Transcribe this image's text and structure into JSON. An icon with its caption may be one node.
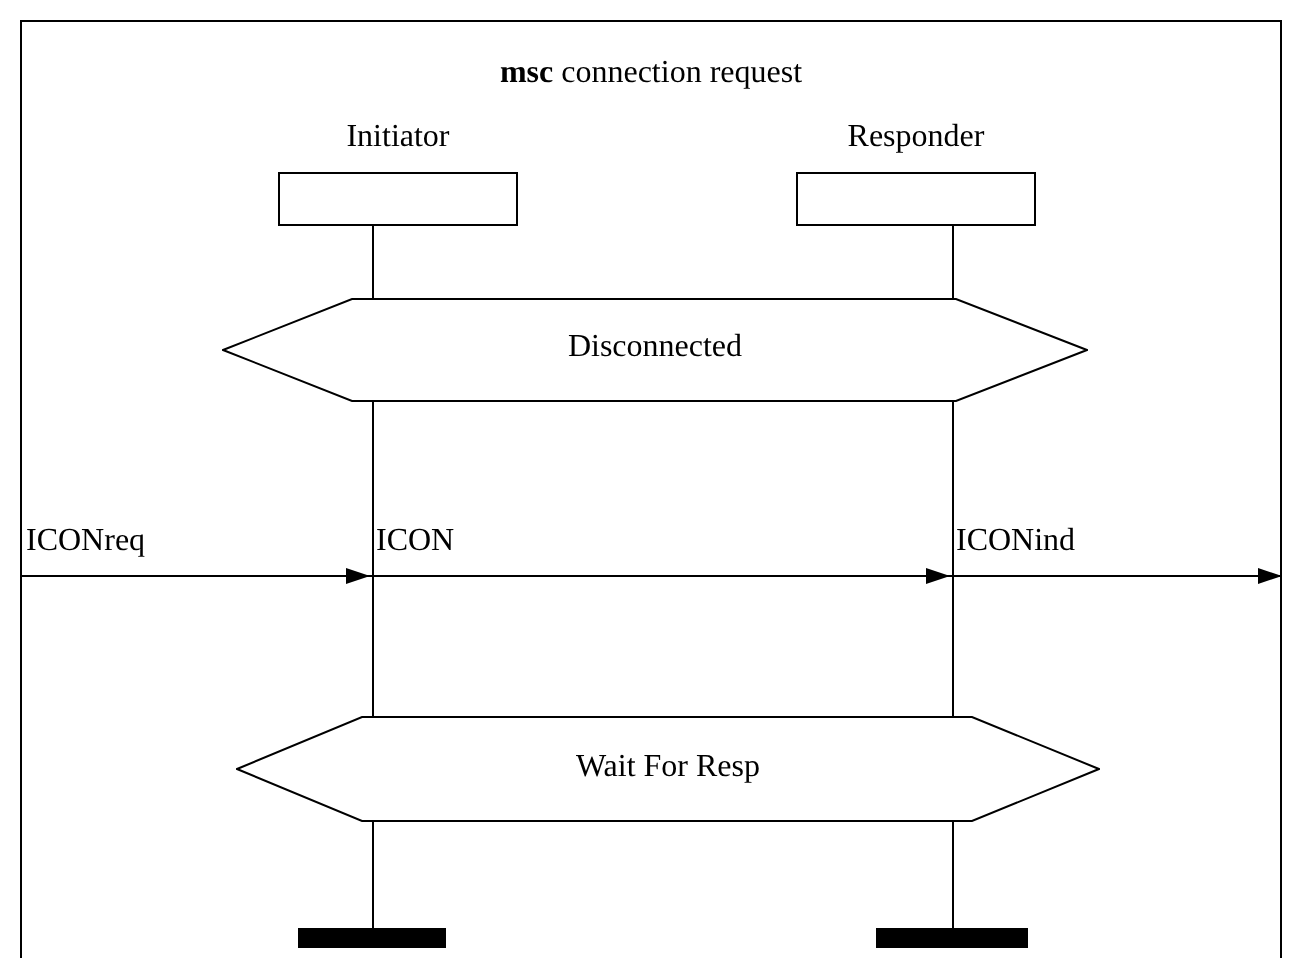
{
  "diagram": {
    "nodes": [
      {
        "text": [
          "**msc** connection request"
        ]
      },
      {
        "text": [
          "Initiator"
        ],
        "in": 0
      },
      {
        "text": [
          "Responder"
        ],
        "in": 0
      },
      {
        "text": [
          "Disconnected"
        ],
        "in": 0
      },
      {
        "text": [
          "Wait For Resp"
        ],
        "in": 0
      }
    ],
    "edges": [
      {
        "from": 0,
        "to": 1,
        "arrow": "to",
        "label": "ICONreq"
      },
      {
        "from": 1,
        "to": 2,
        "arrow": "to",
        "label": "ICON"
      },
      {
        "from": 2,
        "to": 0,
        "arrow": "to",
        "label": "ICONind"
      }
    ]
  }
}
